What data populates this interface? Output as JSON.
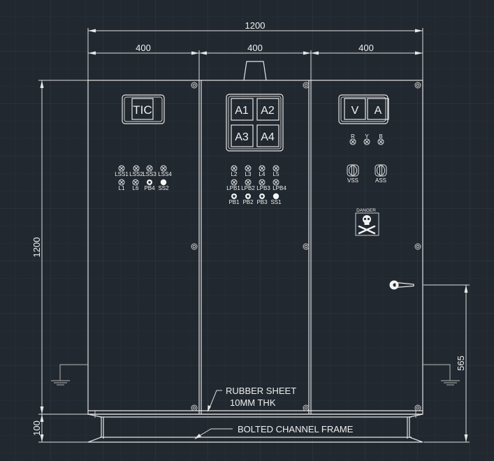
{
  "colors": {
    "background": "#212830",
    "grid_minor": "#2a323c",
    "grid_major": "#323b46",
    "line": "#e6e6e6",
    "ground": "#9a9a9a"
  },
  "dimensions": {
    "overall_width": "1200",
    "section_1_width": "400",
    "section_2_width": "400",
    "section_3_width": "400",
    "overall_height": "1200",
    "base_height": "100",
    "handle_height": "565"
  },
  "panel_left": {
    "meter_label": "TIC",
    "indicators_row1": [
      "LSS1",
      "LSS2",
      "LSS3",
      "LSS4"
    ],
    "indicators_row2": [
      "L1",
      "L6",
      "PB4",
      "SS2"
    ]
  },
  "panel_middle": {
    "meters": [
      "A1",
      "A2",
      "A3",
      "A4"
    ],
    "indicators_row1": [
      "L2",
      "L3",
      "L4",
      "L5"
    ],
    "indicators_row2": [
      "LPB1",
      "LPB2",
      "LPB3",
      "LPB4"
    ],
    "indicators_row3": [
      "PB1",
      "PB2",
      "PB3",
      "SS1"
    ]
  },
  "panel_right": {
    "meters": [
      "V",
      "A"
    ],
    "phase_lamps": [
      "R",
      "Y",
      "B"
    ],
    "selector_switches": [
      "VSS",
      "ASS"
    ],
    "danger_label": "DANGER",
    "danger_icon": "skull-crossbones-icon"
  },
  "annotations": {
    "rubber_sheet_line1": "RUBBER SHEET",
    "rubber_sheet_line2": "10MM THK",
    "channel_frame": "BOLTED CHANNEL FRAME"
  }
}
